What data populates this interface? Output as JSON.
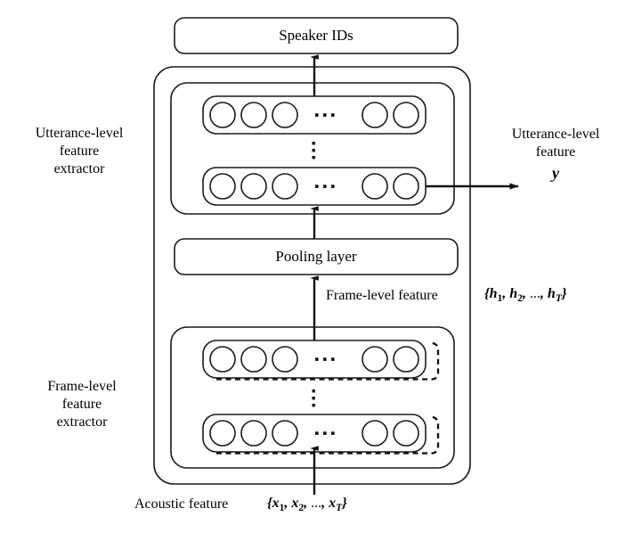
{
  "diagram": {
    "title": "Speaker embedding network architecture",
    "stroke_color": "#1a1a1a",
    "background": "#ffffff"
  },
  "nodes": {
    "output_box": {
      "label": "Speaker IDs"
    },
    "pooling_box": {
      "label": "Pooling layer"
    }
  },
  "labels": {
    "utterance_extractor": "Utterance-level\nfeature\nextractor",
    "utterance_extractor_l1": "Utterance-level",
    "utterance_extractor_l2": "feature",
    "utterance_extractor_l3": "extractor",
    "frame_extractor_l1": "Frame-level",
    "frame_extractor_l2": "feature",
    "frame_extractor_l3": "extractor",
    "utterance_feature_l1": "Utterance-level",
    "utterance_feature_l2": "feature",
    "utterance_feature_symbol": "y",
    "frame_level_feature": "Frame-level feature",
    "acoustic_feature": "Acoustic feature"
  },
  "math": {
    "hidden_sequence": {
      "open": "{",
      "terms": [
        {
          "base": "h",
          "sub": "1"
        },
        {
          "base": "h",
          "sub": "2"
        }
      ],
      "ellipsis": "...",
      "last": {
        "base": "h",
        "sub": "T"
      },
      "close": "}",
      "plain": "{h1, h2, ..., hT}"
    },
    "input_sequence": {
      "open": "{",
      "terms": [
        {
          "base": "x",
          "sub": "1"
        },
        {
          "base": "x",
          "sub": "2"
        }
      ],
      "ellipsis": "...",
      "last": {
        "base": "x",
        "sub": "T"
      },
      "close": "}",
      "plain": "{x1, x2, ..., xT}"
    }
  },
  "layers": {
    "utterance_rows": [
      {
        "name": "utterance-layer-top",
        "circles": 5,
        "ellipsis": "...",
        "recurrent": false
      },
      {
        "name": "utterance-layer-bottom",
        "circles": 5,
        "ellipsis": "...",
        "recurrent": false
      }
    ],
    "frame_rows": [
      {
        "name": "frame-layer-top",
        "circles": 5,
        "ellipsis": "...",
        "recurrent": true
      },
      {
        "name": "frame-layer-bottom",
        "circles": 5,
        "ellipsis": "...",
        "recurrent": true
      }
    ],
    "vertical_ellipsis": "⋮"
  }
}
